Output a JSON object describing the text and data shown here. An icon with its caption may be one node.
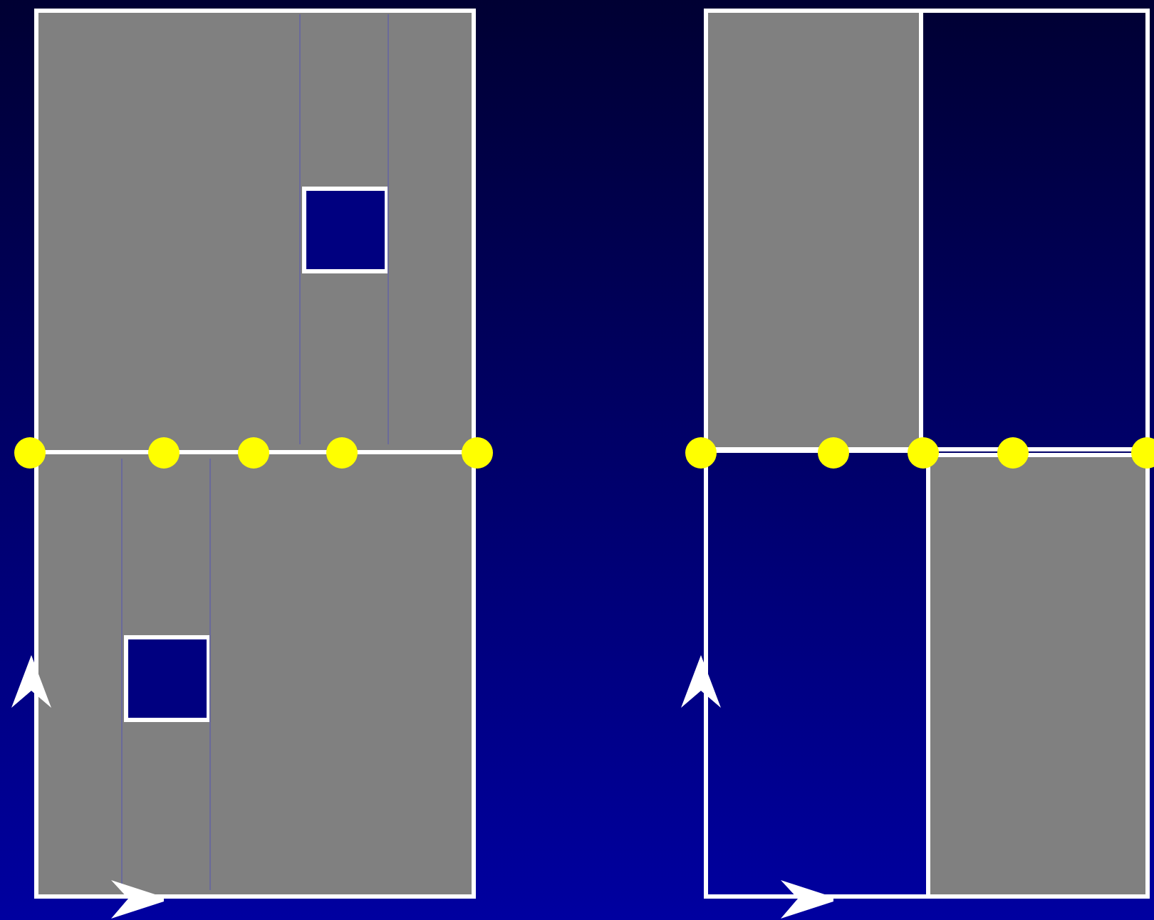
{
  "diagram": {
    "nodes": [
      {
        "text": [],
        "shape": "box"
      },
      {
        "text": [],
        "shape": "box",
        "in": 0
      },
      {
        "text": [],
        "shape": "box"
      },
      {
        "text": [],
        "shape": "box",
        "in": 2
      },
      {
        "text": [],
        "shape": "box"
      },
      {
        "text": [],
        "shape": "box"
      },
      {
        "text": [],
        "shape": "box"
      },
      {
        "text": [],
        "shape": "box"
      }
    ]
  }
}
